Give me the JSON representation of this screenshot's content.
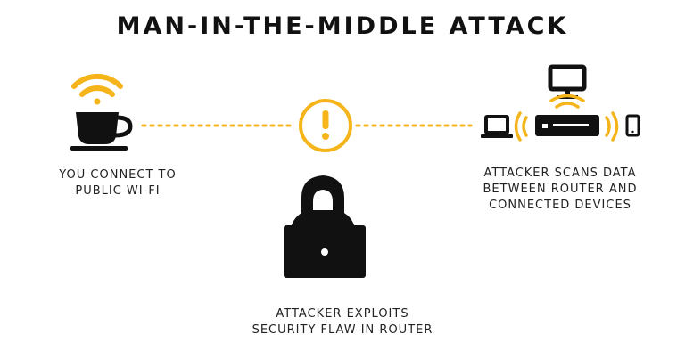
{
  "title": "MAN-IN-THE-MIDDLE ATTACK",
  "colors": {
    "accent": "#F5B51A",
    "ink": "#111111",
    "background": "#FFFFFF"
  },
  "icons": {
    "left": [
      "wifi-icon",
      "coffee-cup-icon"
    ],
    "center": [
      "warning-icon",
      "hooded-hacker-icon",
      "laptop-icon"
    ],
    "right": [
      "monitor-icon",
      "laptop-icon",
      "router-icon",
      "signal-waves-icon",
      "smartphone-icon"
    ]
  },
  "steps": {
    "left": {
      "line1": "YOU CONNECT TO",
      "line2": "PUBLIC WI-FI"
    },
    "center": {
      "line1": "ATTACKER EXPLOITS",
      "line2": "SECURITY FLAW IN ROUTER"
    },
    "right": {
      "line1": "ATTACKER SCANS DATA",
      "line2": "BETWEEN ROUTER AND",
      "line3": "CONNECTED DEVICES"
    }
  }
}
